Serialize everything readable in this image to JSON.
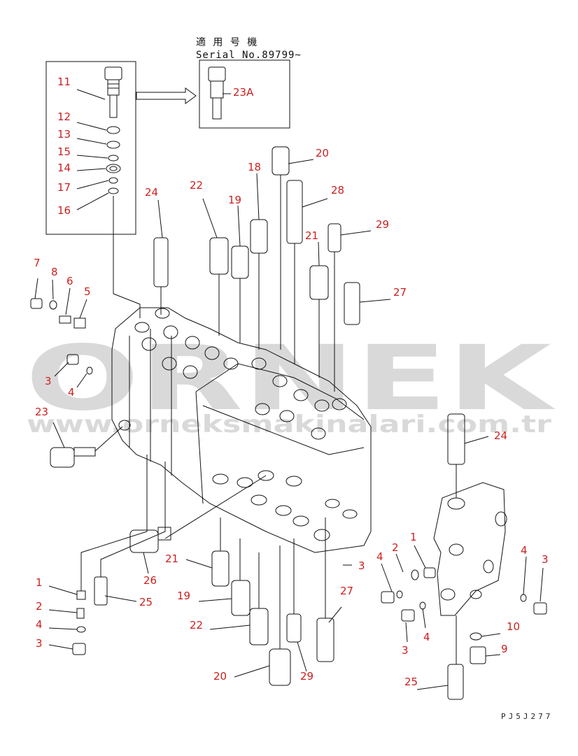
{
  "header": {
    "serial_line1": "適 用 号 機",
    "serial_line2": "Serial No.89799~"
  },
  "drawing_code": "PJ5J277",
  "watermark": {
    "big": "ORNEK",
    "url": "www.orneksmakinalari.com.tr"
  },
  "callouts": [
    {
      "id": "c11",
      "text": "11"
    },
    {
      "id": "c12",
      "text": "12"
    },
    {
      "id": "c13",
      "text": "13"
    },
    {
      "id": "c15",
      "text": "15"
    },
    {
      "id": "c14",
      "text": "14"
    },
    {
      "id": "c17",
      "text": "17"
    },
    {
      "id": "c16",
      "text": "16"
    },
    {
      "id": "c23A",
      "text": "23A"
    },
    {
      "id": "c20a",
      "text": "20"
    },
    {
      "id": "c18a",
      "text": "18"
    },
    {
      "id": "c28",
      "text": "28"
    },
    {
      "id": "c24a",
      "text": "24"
    },
    {
      "id": "c22a",
      "text": "22"
    },
    {
      "id": "c19a",
      "text": "19"
    },
    {
      "id": "c29a",
      "text": "29"
    },
    {
      "id": "c21a",
      "text": "21"
    },
    {
      "id": "c27a",
      "text": "27"
    },
    {
      "id": "c7",
      "text": "7"
    },
    {
      "id": "c8",
      "text": "8"
    },
    {
      "id": "c6",
      "text": "6"
    },
    {
      "id": "c5",
      "text": "5"
    },
    {
      "id": "c3a",
      "text": "3"
    },
    {
      "id": "c4a",
      "text": "4"
    },
    {
      "id": "c23",
      "text": "23"
    },
    {
      "id": "c24b",
      "text": "24"
    },
    {
      "id": "c1a",
      "text": "1"
    },
    {
      "id": "c2a",
      "text": "2"
    },
    {
      "id": "c4b",
      "text": "4"
    },
    {
      "id": "c3b",
      "text": "3"
    },
    {
      "id": "c26",
      "text": "26"
    },
    {
      "id": "c25a",
      "text": "25"
    },
    {
      "id": "c21b",
      "text": "21"
    },
    {
      "id": "c19b",
      "text": "19"
    },
    {
      "id": "c22b",
      "text": "22"
    },
    {
      "id": "c20b",
      "text": "20"
    },
    {
      "id": "c29b",
      "text": "29"
    },
    {
      "id": "c27b",
      "text": "27"
    },
    {
      "id": "c3c",
      "text": "3"
    },
    {
      "id": "c1b",
      "text": "1"
    },
    {
      "id": "c2b",
      "text": "2"
    },
    {
      "id": "c4c",
      "text": "4"
    },
    {
      "id": "c4d",
      "text": "4"
    },
    {
      "id": "c3d",
      "text": "3"
    },
    {
      "id": "c4e",
      "text": "4"
    },
    {
      "id": "c3e",
      "text": "3"
    },
    {
      "id": "c10",
      "text": "10"
    },
    {
      "id": "c9",
      "text": "9"
    },
    {
      "id": "c25b",
      "text": "25"
    }
  ]
}
